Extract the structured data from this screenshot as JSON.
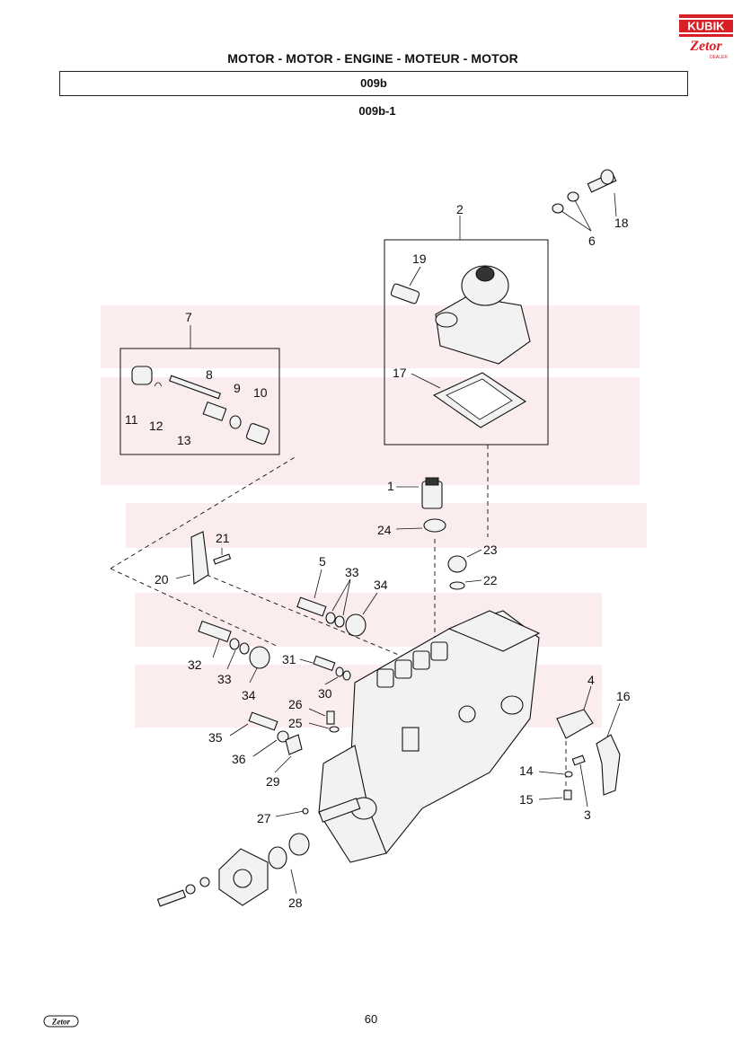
{
  "header": {
    "title": "MOTOR - MOTOR - ENGINE - MOTEUR - MOTOR",
    "code": "009b",
    "subcode": "009b-1"
  },
  "footer": {
    "page_number": "60"
  },
  "logos": {
    "kubik_text": "KUBIK",
    "zetor_text": "Zetor",
    "dealer_text": "DEALER",
    "small_logo_text": "Zetor",
    "brand_red": "#d81f26"
  },
  "diagram": {
    "callouts": [
      "1",
      "2",
      "3",
      "4",
      "5",
      "6",
      "7",
      "8",
      "9",
      "10",
      "11",
      "12",
      "13",
      "14",
      "15",
      "16",
      "17",
      "18",
      "19",
      "20",
      "21",
      "22",
      "23",
      "24",
      "25",
      "26",
      "27",
      "28",
      "29",
      "30",
      "31",
      "32",
      "33",
      "33",
      "33",
      "34",
      "34",
      "35",
      "36"
    ]
  }
}
